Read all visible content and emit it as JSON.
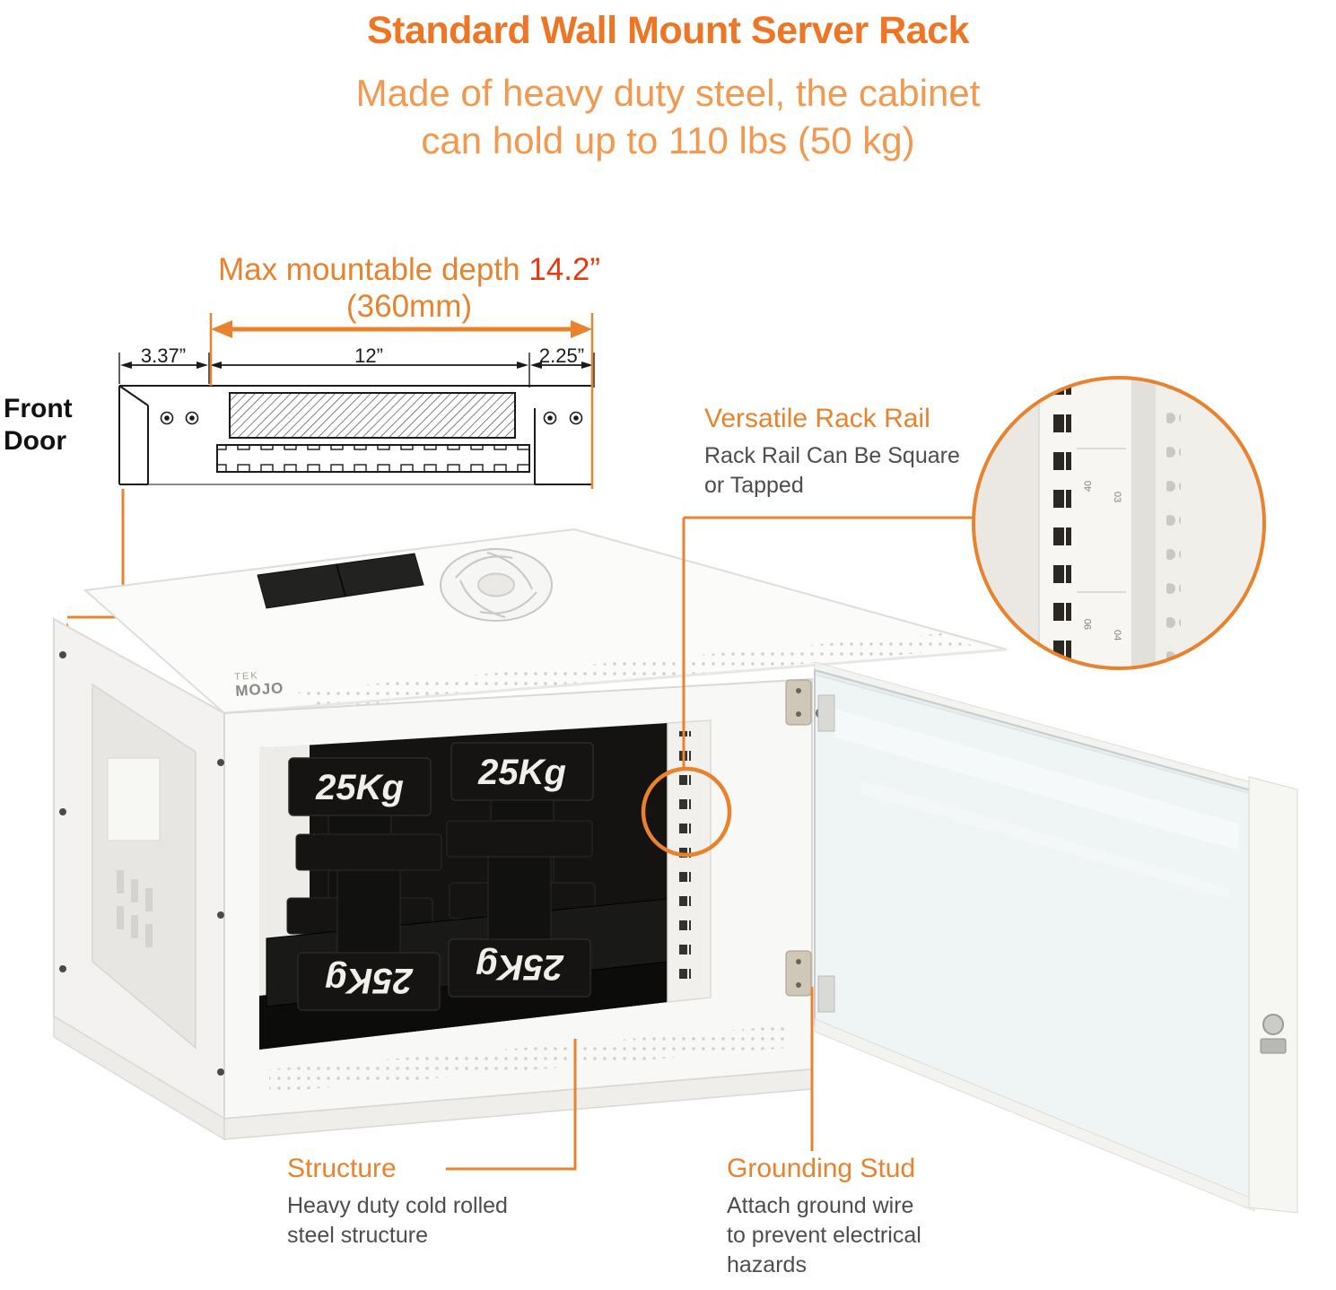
{
  "header": {
    "title": "Standard Wall Mount Server Rack",
    "subtitle1": "Made of heavy duty steel, the cabinet",
    "subtitle2": "can hold up to 110 lbs (50 kg)"
  },
  "dims": {
    "depth_prefix": "Max mountable depth ",
    "depth_value": "14.2”",
    "metric": "(360mm)",
    "d1": "3.37”",
    "d2": "12”",
    "d3": "2.25”"
  },
  "front_door": {
    "line1": "Front",
    "line2": "Door"
  },
  "callouts": {
    "rail": {
      "title": "Versatile Rack Rail",
      "line1": "Rack Rail Can Be Square",
      "line2": "or Tapped"
    },
    "structure": {
      "title": "Structure",
      "line1": "Heavy duty cold rolled",
      "line2": "steel structure"
    },
    "grounding": {
      "title": "Grounding Stud",
      "line1": "Attach ground wire",
      "line2": "to prevent electrical",
      "line3": "hazards"
    }
  },
  "product": {
    "brand_top": "TEK",
    "brand_bottom": "MOJO",
    "weight": "25Kg"
  },
  "inset": {
    "m1": "40",
    "m2": "03",
    "m3": "90",
    "m4": "04"
  },
  "colors": {
    "accent_orange": "#E8822D",
    "title_orange": "#ED7524",
    "subtitle_orange": "#F2994F",
    "red": "#E8380C",
    "text_gray": "#4D4D4D"
  }
}
